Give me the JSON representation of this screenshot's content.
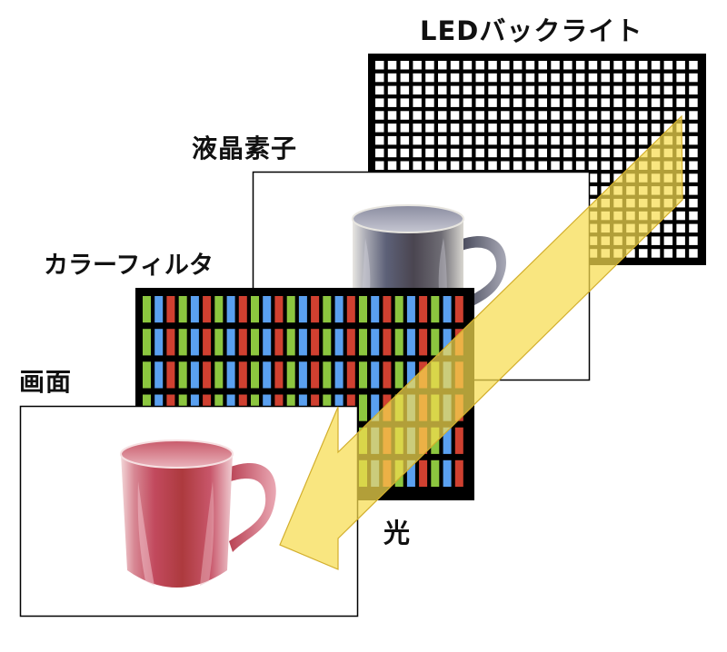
{
  "diagram": {
    "title": "LCD panel layer structure",
    "layers": [
      {
        "id": "led_backlight",
        "label": "LEDバックライト",
        "order": 1
      },
      {
        "id": "liquid_crystal",
        "label": "液晶素子",
        "order": 2
      },
      {
        "id": "color_filter",
        "label": "カラーフィルタ",
        "order": 3
      },
      {
        "id": "screen",
        "label": "画面",
        "order": 4
      }
    ],
    "arrow": {
      "label": "光",
      "direction": "from backlight toward screen"
    },
    "led_grid": {
      "columns": 26,
      "rows": 16
    },
    "color_filter_grid": {
      "columns": 27,
      "rows": 6,
      "stripe_order": [
        "green",
        "blue",
        "red"
      ]
    },
    "liquid_crystal_image": "gray-mug",
    "screen_image": "red-mug"
  },
  "labels": {
    "led": "LEDバックライト",
    "lc": "液晶素子",
    "cf": "カラーフィルタ",
    "screen": "画面",
    "light": "光"
  },
  "colors": {
    "green": "#8cc63f",
    "blue": "#5aa0f0",
    "red": "#d04030",
    "arrow_fill": "#f7dc4f",
    "arrow_stroke": "#d2ae2c",
    "frame": "#000000",
    "mug_gray": "#5a5c70",
    "mug_red": "#c24a58"
  }
}
